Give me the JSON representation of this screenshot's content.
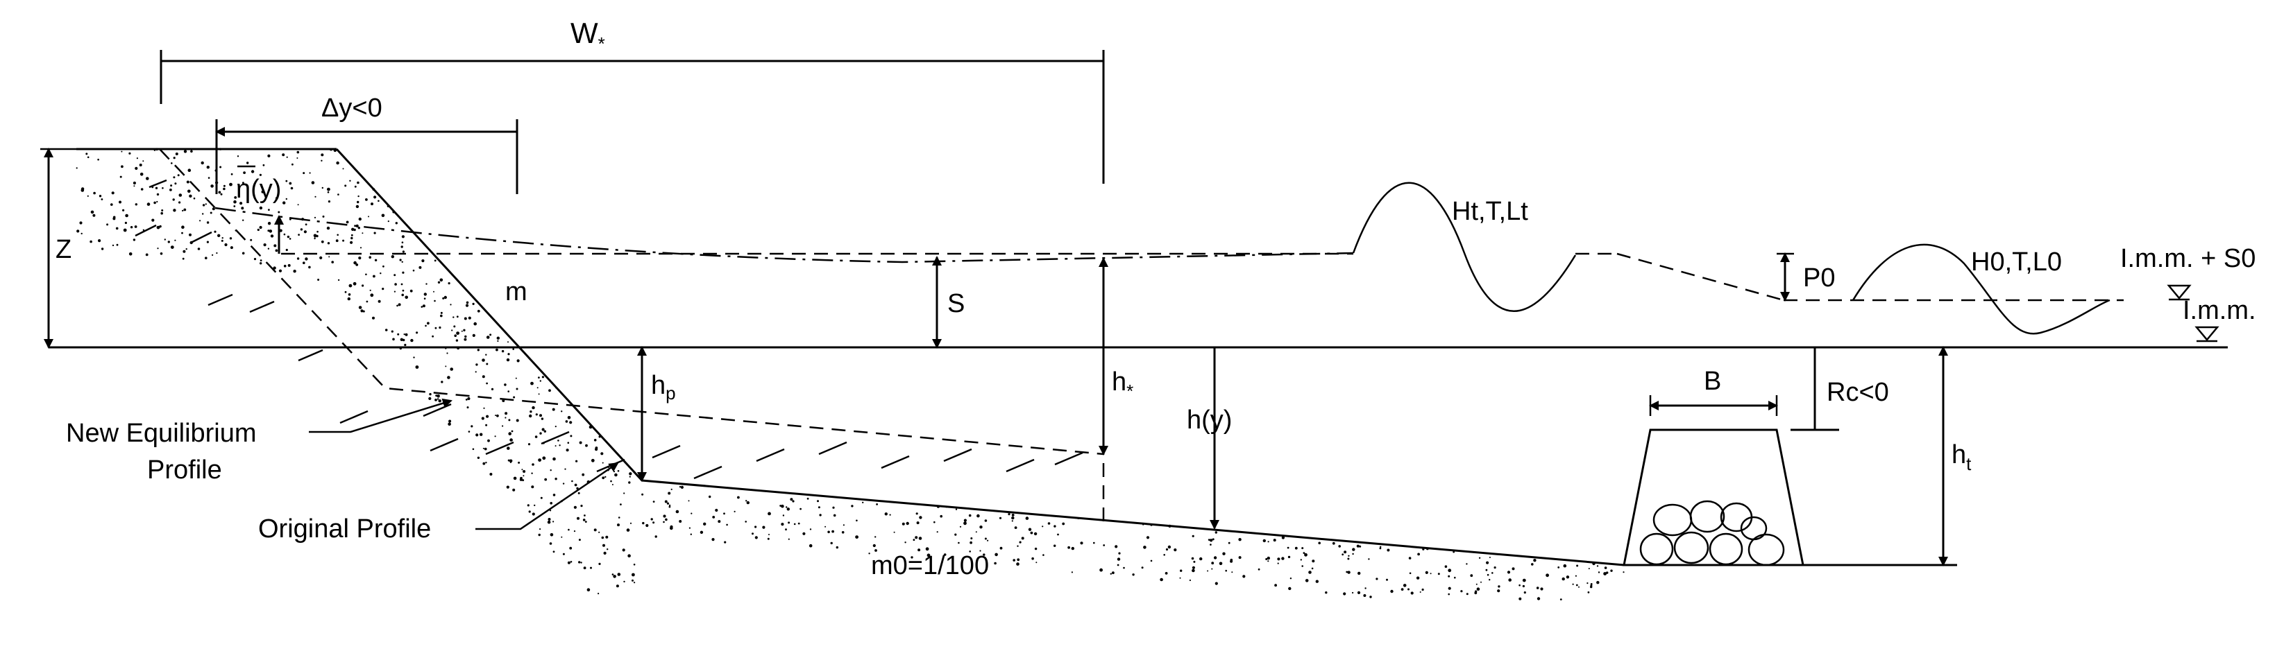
{
  "labels": {
    "w_star": "W",
    "w_star_sub": "*",
    "delta_y": "Δy<0",
    "eta": "η(y)",
    "z": "Z",
    "m": "m",
    "s": "S",
    "hp": "h",
    "hp_sub": "p",
    "h_star": "h",
    "h_star_sub": "*",
    "hy": "h(y)",
    "ht_wave": "Ht,T,Lt",
    "p0": "P0",
    "h0_wave": "H0,T,L0",
    "imm_s0": "I.m.m. + S0",
    "imm": "I.m.m.",
    "b": "B",
    "rc": "Rc<0",
    "ht": "h",
    "ht_sub": "t",
    "m0": "m0=1/100",
    "new_eq_line1": "New Equilibrium",
    "new_eq_line2": "Profile",
    "original": "Original Profile"
  }
}
